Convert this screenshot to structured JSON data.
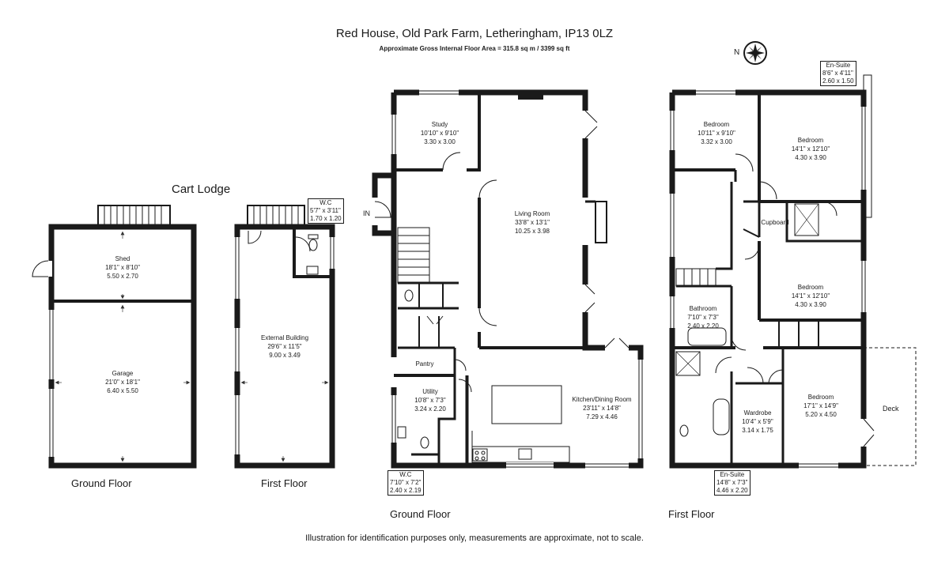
{
  "header": {
    "title": "Red House, Old Park Farm, Letheringham, IP13 0LZ",
    "subtitle": "Approximate Gross Internal Floor Area  = 315.8 sq m  / 3399 sq ft"
  },
  "footer": {
    "disclaimer": "Illustration for identification purposes only, measurements are approximate, not to scale."
  },
  "compass_label": "N",
  "entry_label": "IN",
  "deck_label": "Deck",
  "cart_lodge": {
    "title": "Cart Lodge",
    "ground_floor_label": "Ground Floor",
    "first_floor_label": "First Floor",
    "rooms": {
      "shed": {
        "name": "Shed",
        "imperial": "18'1\" x 8'10\"",
        "metric": "5.50 x 2.70"
      },
      "garage": {
        "name": "Garage",
        "imperial": "21'0\" x 18'1\"",
        "metric": "6.40 x 5.50"
      },
      "external": {
        "name": "External Building",
        "imperial": "29'6\" x 11'5\"",
        "metric": "9.00 x 3.49"
      },
      "wc": {
        "name": "W.C",
        "imperial": "5'7\" x 3'11\"",
        "metric": "1.70 x 1.20"
      }
    }
  },
  "house_ground": {
    "label": "Ground Floor",
    "rooms": {
      "study": {
        "name": "Study",
        "imperial": "10'10\" x 9'10\"",
        "metric": "3.30 x 3.00"
      },
      "living": {
        "name": "Living Room",
        "imperial": "33'8\" x 13'1\"",
        "metric": "10.25 x 3.98"
      },
      "pantry": {
        "name": "Pantry"
      },
      "utility": {
        "name": "Utility",
        "imperial": "10'8\" x 7'3\"",
        "metric": "3.24 x 2.20"
      },
      "kitchen": {
        "name": "Kitchen/Dining Room",
        "imperial": "23'11\" x 14'8\"",
        "metric": "7.29 x 4.46"
      },
      "wc": {
        "name": "W.C",
        "imperial": "7'10\" x 7'2\"",
        "metric": "2.40 x 2.19"
      }
    }
  },
  "house_first": {
    "label": "First Floor",
    "rooms": {
      "bed1": {
        "name": "Bedroom",
        "imperial": "10'11\" x 9'10\"",
        "metric": "3.32 x 3.00"
      },
      "bed2": {
        "name": "Bedroom",
        "imperial": "14'1\" x 12'10\"",
        "metric": "4.30 x 3.90"
      },
      "ensuite_top": {
        "name": "En-Suite",
        "imperial": "8'6\" x 4'11\"",
        "metric": "2.60 x 1.50"
      },
      "cupboard": {
        "name": "Cupboard"
      },
      "bed3": {
        "name": "Bedroom",
        "imperial": "14'1\" x 12'10\"",
        "metric": "4.30 x 3.90"
      },
      "bathroom": {
        "name": "Bathroom",
        "imperial": "7'10\" x 7'3\"",
        "metric": "2.40 x 2.20"
      },
      "wardrobe": {
        "name": "Wardrobe",
        "imperial": "10'4\" x 5'9\"",
        "metric": "3.14 x 1.75"
      },
      "bed4": {
        "name": "Bedroom",
        "imperial": "17'1\" x 14'9\"",
        "metric": "5.20 x 4.50"
      },
      "ensuite_bottom": {
        "name": "En-Suite",
        "imperial": "14'8\" x 7'3\"",
        "metric": "4.46 x 2.20"
      }
    }
  }
}
